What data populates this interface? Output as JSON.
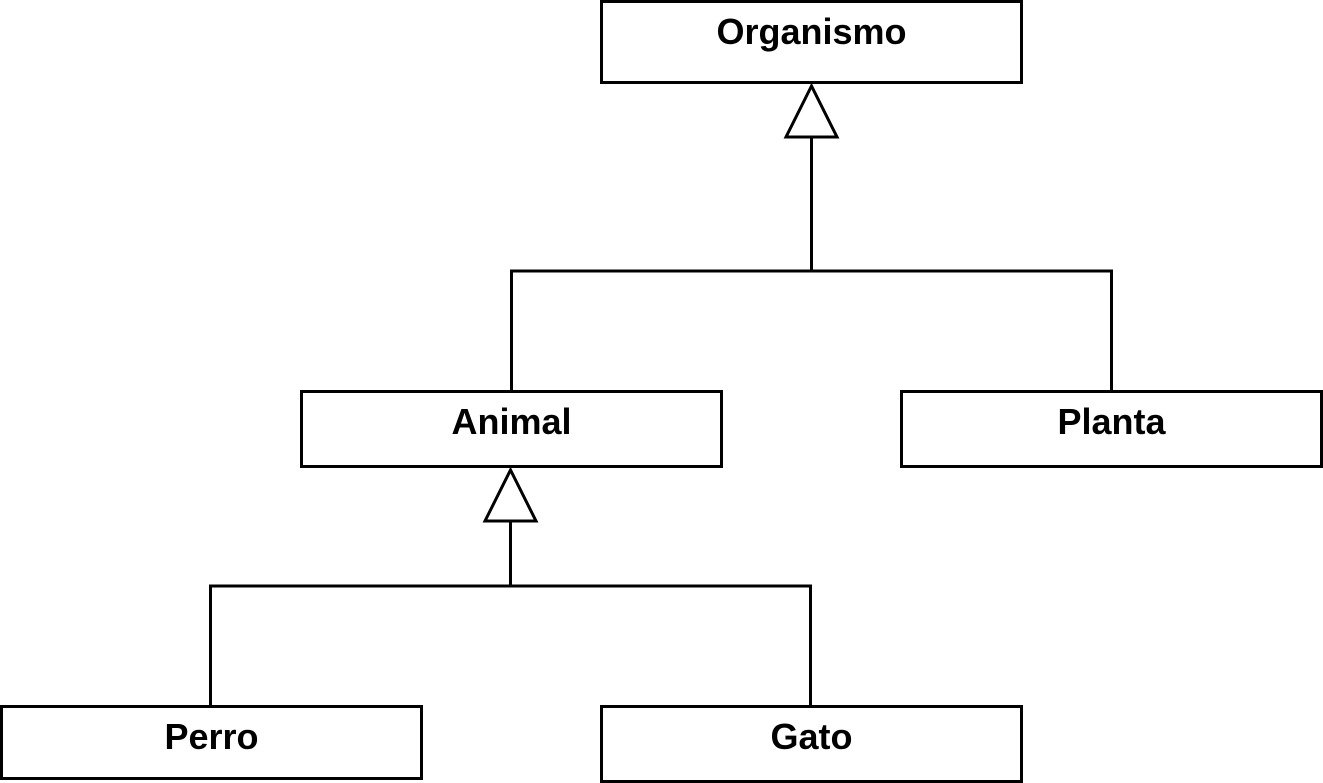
{
  "classes": {
    "organismo": "Organismo",
    "animal": "Animal",
    "planta": "Planta",
    "perro": "Perro",
    "gato": "Gato"
  },
  "relations": [
    {
      "type": "generalization",
      "parent": "Organismo",
      "children": [
        "Animal",
        "Planta"
      ]
    },
    {
      "type": "generalization",
      "parent": "Animal",
      "children": [
        "Perro",
        "Gato"
      ]
    }
  ]
}
